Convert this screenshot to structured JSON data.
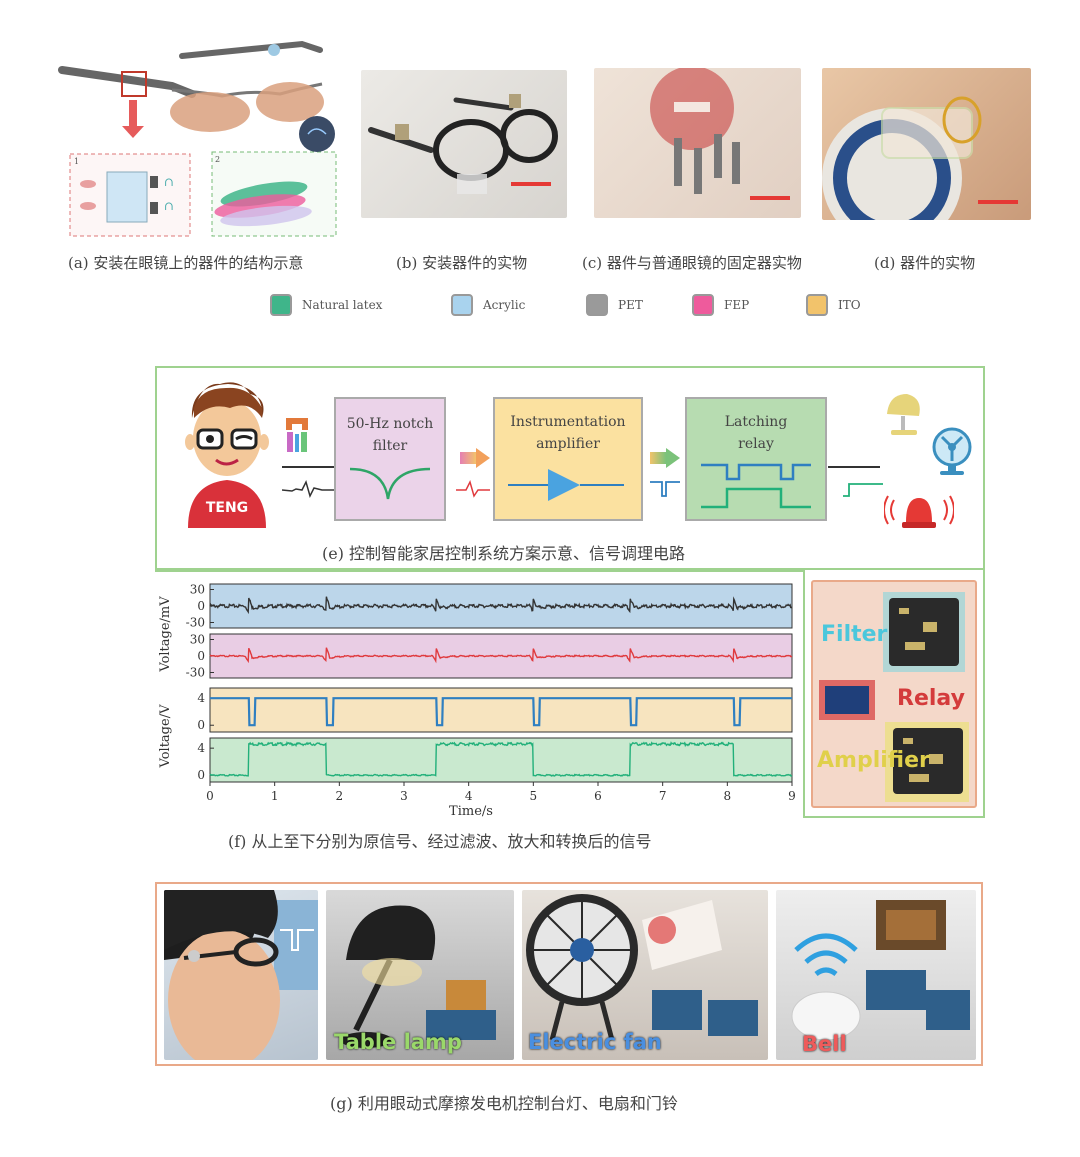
{
  "captions": {
    "a": "(a) 安装在眼镜上的器件的结构示意",
    "b": "(b) 安装器件的实物",
    "c": "(c) 器件与普通眼镜的固定器实物",
    "d": "(d) 器件的实物",
    "e": "(e) 控制智能家居控制系统方案示意、信号调理电路",
    "f": "(f) 从上至下分别为原信号、经过滤波、放大和转换后的信号",
    "g": "(g) 利用眼动式摩擦发电机控制台灯、电扇和门铃"
  },
  "panel_a": {
    "inset1_num": "1",
    "inset2_num": "2"
  },
  "legend": [
    {
      "label": "Natural latex",
      "color": "#3fb58a"
    },
    {
      "label": "Acrylic",
      "color": "#a9d3ee"
    },
    {
      "label": "PET",
      "color": "#9a9a9a"
    },
    {
      "label": "FEP",
      "color": "#ee5b9c"
    },
    {
      "label": "ITO",
      "color": "#f2c36b"
    }
  ],
  "system": {
    "person_shirt": "TENG",
    "notch_filter": [
      "50-Hz notch",
      "filter"
    ],
    "amplifier": [
      "Instrumentation",
      "amplifier"
    ],
    "relay": [
      "Latching",
      "relay"
    ]
  },
  "boards": {
    "filter": "Filter",
    "relay": "Relay",
    "amplifier": "Amplifier"
  },
  "scenes": {
    "lamp": "Table lamp",
    "fan": "Electric fan",
    "bell": "Bell"
  },
  "chart_data": {
    "type": "line",
    "xlabel": "Time/s",
    "xlim": [
      0,
      9
    ],
    "xticks": [
      "0",
      "1",
      "2",
      "3",
      "4",
      "5",
      "6",
      "7",
      "8",
      "9"
    ],
    "blink_times": [
      0.6,
      1.8,
      3.5,
      5.0,
      6.5,
      8.1
    ],
    "series": [
      {
        "unit_label": "Voltage/mV",
        "yticks": [
          "30",
          "0",
          "-30"
        ],
        "ylim": [
          -40,
          40
        ],
        "color": "#333333",
        "bg": "#bcd6ea",
        "kind": "raw"
      },
      {
        "unit_label": "Voltage/mV",
        "yticks": [
          "30",
          "0",
          "-30"
        ],
        "ylim": [
          -40,
          40
        ],
        "color": "#e03a3e",
        "bg": "#e9cde4",
        "kind": "filtered"
      },
      {
        "unit_label": "Voltage/V",
        "yticks": [
          "4",
          "0"
        ],
        "ylim": [
          -1,
          5.5
        ],
        "color": "#2f7fc1",
        "bg": "#f7e4bf",
        "kind": "amplified"
      },
      {
        "unit_label": "Voltage/V",
        "yticks": [
          "4",
          "0"
        ],
        "ylim": [
          -1,
          5.5
        ],
        "color": "#22b07a",
        "bg": "#c9e9cf",
        "kind": "latched"
      }
    ],
    "latched_high": [
      [
        0.6,
        1.8
      ],
      [
        3.5,
        5.0
      ],
      [
        6.5,
        8.1
      ]
    ]
  }
}
